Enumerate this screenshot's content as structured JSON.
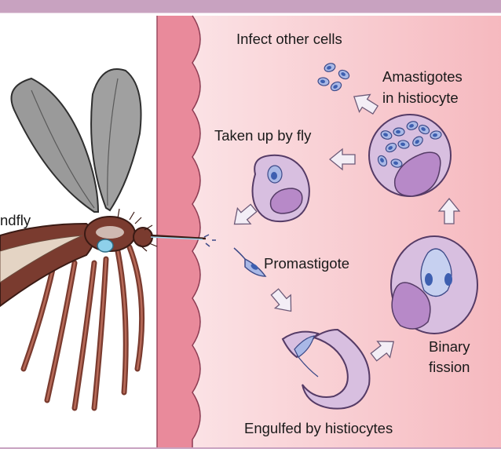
{
  "labels": {
    "sandfly": "ndfly",
    "infect": "Infect other cells",
    "amastigotes_line1": "Amastigotes",
    "amastigotes_line2": "in histiocyte",
    "taken_up": "Taken up by fly",
    "promastigote": "Promastigote",
    "binary_line1": "Binary",
    "binary_line2": "fission",
    "engulfed": "Engulfed by histiocytes"
  },
  "colors": {
    "top_band": "#c8a2c0",
    "skin_edge": "#e98a9b",
    "tissue": "#f8c7cc",
    "cell_fill": "#d8bfe0",
    "cell_outline": "#553b66",
    "nucleus": "#b789c8",
    "parasite": "#6f86c6",
    "arrow": "#f3eef6",
    "fly_body": "#7a3b2f",
    "fly_wing": "#9a9a9a"
  },
  "icons": [
    "sandfly-illustration",
    "histiocyte-cell",
    "promastigote-parasite",
    "amastigote-parasite",
    "flow-arrow"
  ]
}
